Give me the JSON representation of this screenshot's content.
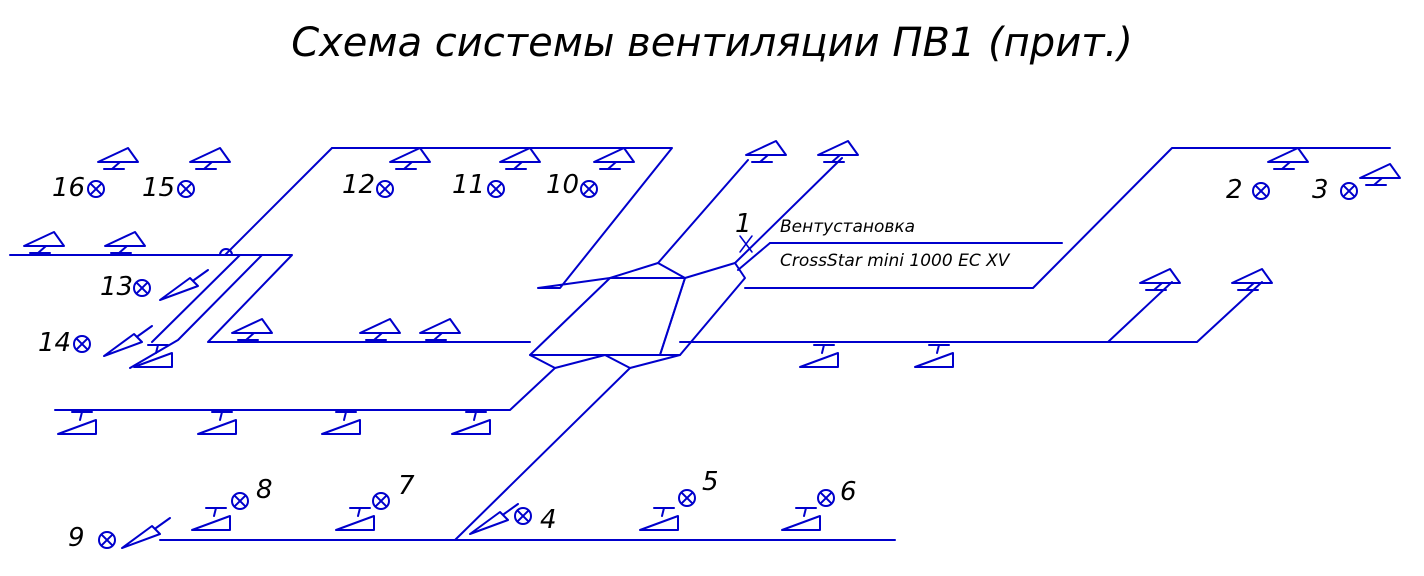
{
  "title": "Схема системы вентиляции ПВ1 (прит.)",
  "unit": {
    "marker": "1",
    "label": "Вентустановка",
    "model": "CrossStar mini 1000 EC XV"
  },
  "outlets": [
    "2",
    "3",
    "4",
    "5",
    "6",
    "7",
    "8",
    "9",
    "10",
    "11",
    "12",
    "13",
    "14",
    "15",
    "16"
  ],
  "colors": {
    "duct": "#0000cc",
    "text": "#000000",
    "background": "#ffffff"
  },
  "icons": {
    "outlet": "circle-cross-icon",
    "diffuser": "triangle-diffuser-icon"
  }
}
